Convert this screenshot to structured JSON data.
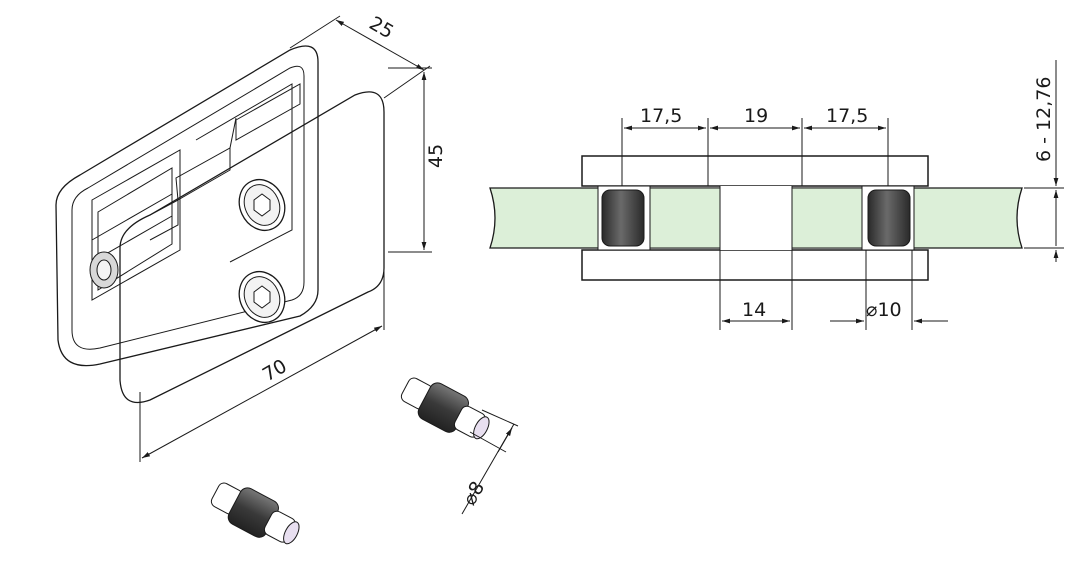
{
  "dimensions": {
    "depth": "25",
    "height": "45",
    "length": "70",
    "pin_diameter": "⌀8",
    "gap_left": "17,5",
    "gap_mid": "19",
    "gap_right": "17,5",
    "glass_thickness": "6 - 12,76",
    "slot_width": "14",
    "rod_diameter": "⌀10"
  },
  "colors": {
    "glass": "#dcefd8",
    "pad": "#3a3a3a",
    "pin_tip": "#e8dff0",
    "body": "#ffffff",
    "line": "#1a1a1a"
  }
}
